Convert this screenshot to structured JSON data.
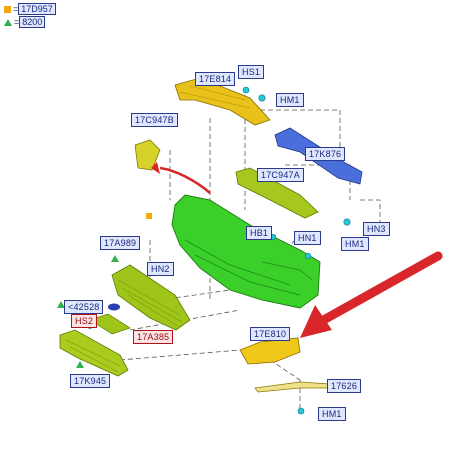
{
  "legend": [
    {
      "symbol": "square",
      "color": "#f2a70e",
      "text": "=",
      "code": "17D957"
    },
    {
      "symbol": "triangle",
      "color": "#2fb24a",
      "text": "=",
      "code": "8200"
    }
  ],
  "labels": {
    "l17E814": "17E814",
    "lHS1": "HS1",
    "lHM1a": "HM1",
    "l17C947B": "17C947B",
    "l17K876": "17K876",
    "l17C947A": "17C947A",
    "lHN3": "HN3",
    "lHB1": "HB1",
    "lHN1": "HN1",
    "lHM1b": "HM1",
    "l17A989": "17A989",
    "lHN2": "HN2",
    "l42528": "<42528",
    "lHS2": "HS2",
    "l17A385": "17A385",
    "l17E810": "17E810",
    "l17K945": "17K945",
    "l17626": "17626",
    "lHM1c": "HM1"
  },
  "colors": {
    "bumper": "#3bcf2a",
    "lower_grille": "#9fc51a",
    "yellow_parts": "#e8c21a",
    "reinforcement": "#4a6fdc",
    "fasteners": "#27c7d9",
    "callout_arrow": "#d9262b"
  }
}
